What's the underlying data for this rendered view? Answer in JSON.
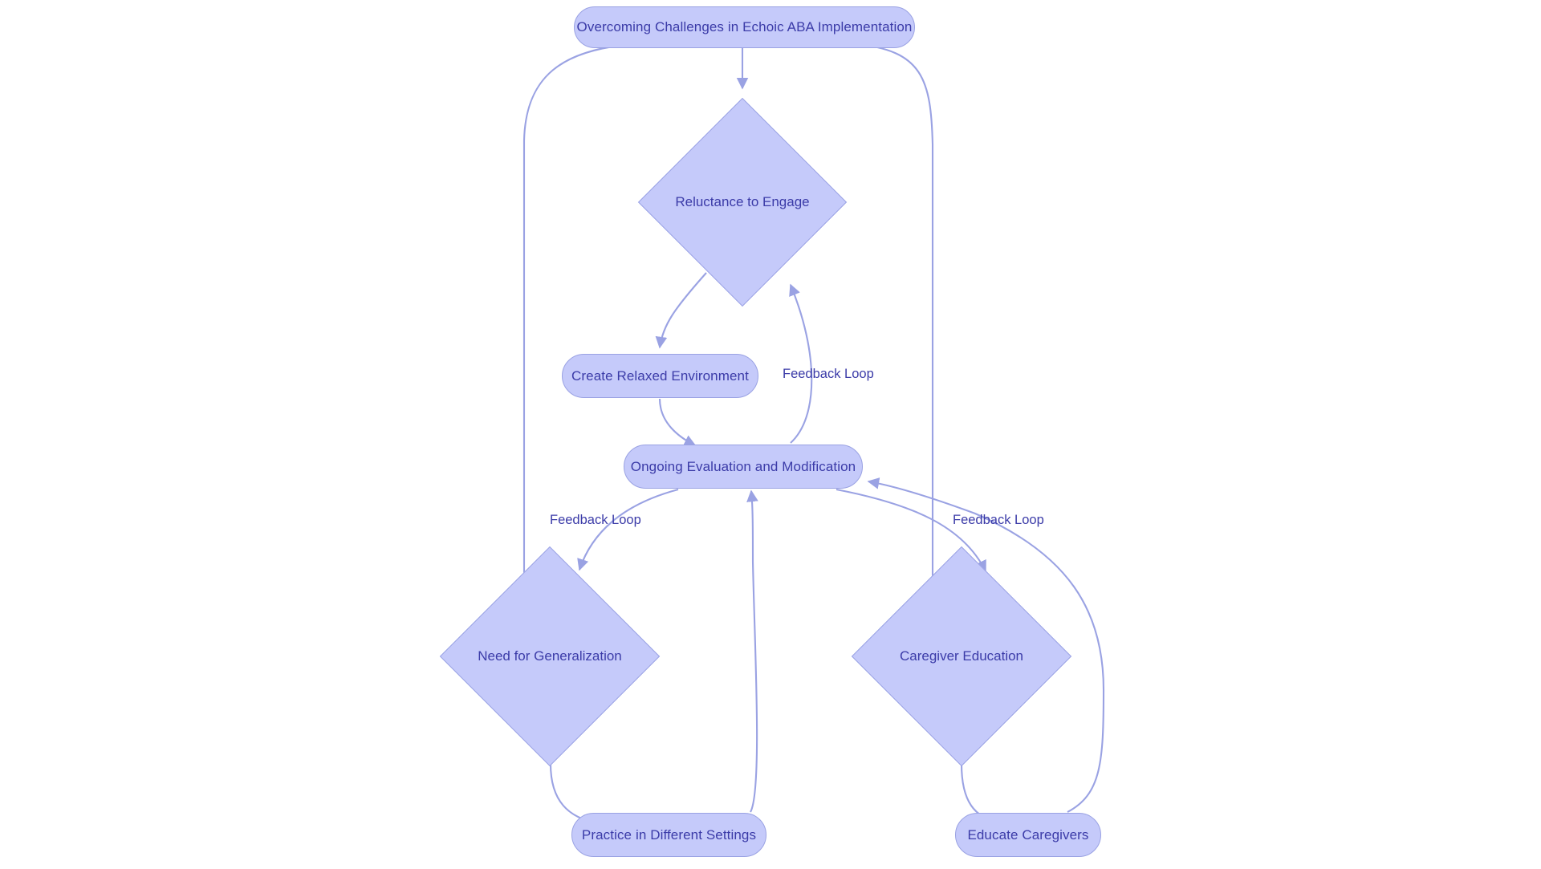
{
  "diagram": {
    "title": "Overcoming Challenges in Echoic ABA Implementation",
    "background_color": "#ffffff",
    "node_fill": "#c5cafa",
    "node_stroke": "#9aa2e3",
    "text_color": "#3b3ba8",
    "edge_color": "#9aa2e3"
  },
  "nodes": {
    "root": {
      "label": "Overcoming Challenges in Echoic ABA Implementation",
      "shape": "stadium"
    },
    "reluctance": {
      "label": "Reluctance to Engage",
      "shape": "diamond"
    },
    "relaxed_env": {
      "label": "Create Relaxed Environment",
      "shape": "stadium"
    },
    "ongoing_eval": {
      "label": "Ongoing Evaluation and Modification",
      "shape": "stadium"
    },
    "generalization": {
      "label": "Need for Generalization",
      "shape": "diamond"
    },
    "caregiver_education": {
      "label": "Caregiver Education",
      "shape": "diamond"
    },
    "practice_settings": {
      "label": "Practice in Different Settings",
      "shape": "stadium"
    },
    "educate_caregivers": {
      "label": "Educate Caregivers",
      "shape": "stadium"
    }
  },
  "edge_labels": {
    "reluctance_feedback": "Feedback Loop",
    "generalization_feedback": "Feedback Loop",
    "caregiver_feedback": "Feedback Loop"
  }
}
